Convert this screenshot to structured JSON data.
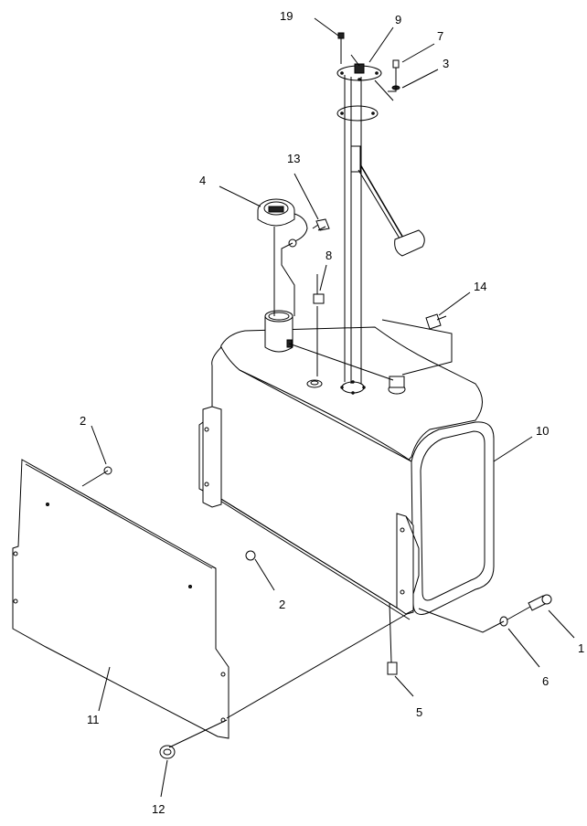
{
  "callouts": [
    {
      "id": "1",
      "text": "1"
    },
    {
      "id": "2a",
      "text": "2"
    },
    {
      "id": "2b",
      "text": "2"
    },
    {
      "id": "3",
      "text": "3"
    },
    {
      "id": "4",
      "text": "4"
    },
    {
      "id": "5",
      "text": "5"
    },
    {
      "id": "6",
      "text": "6"
    },
    {
      "id": "7",
      "text": "7"
    },
    {
      "id": "8",
      "text": "8"
    },
    {
      "id": "9",
      "text": "9"
    },
    {
      "id": "10",
      "text": "10"
    },
    {
      "id": "11",
      "text": "11"
    },
    {
      "id": "12",
      "text": "12"
    },
    {
      "id": "13",
      "text": "13"
    },
    {
      "id": "14",
      "text": "14"
    },
    {
      "id": "19",
      "text": "19"
    }
  ]
}
